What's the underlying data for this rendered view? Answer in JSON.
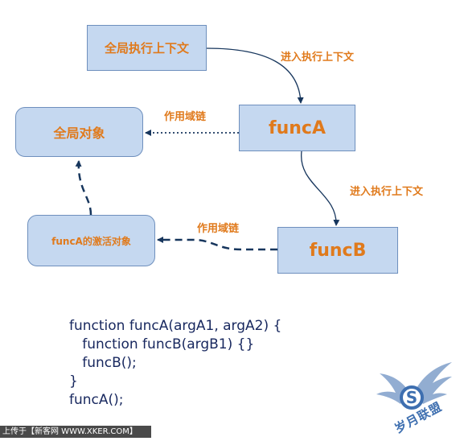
{
  "nodes": {
    "global_context": "全局执行上下文",
    "global_object": "全局对象",
    "funcA": "funcA",
    "activation_object": "funcA的激活对象",
    "funcB": "funcB"
  },
  "edge_labels": {
    "enter_context_1": "进入执行上下文",
    "scope_chain_1": "作用域链",
    "enter_context_2": "进入执行上下文",
    "scope_chain_2": "作用域链"
  },
  "code": [
    "function funcA(argA1, argA2) {",
    "   function funcB(argB1) {}",
    "   funcB();",
    "}",
    "funcA();"
  ],
  "footer": "上传于【新客网 WWW.XKER.COM】",
  "logo": {
    "text": "岁月联盟",
    "mark": "S",
    "color": "#3e6fb0"
  },
  "colors": {
    "box_fill": "#c5d8f0",
    "box_border": "#6e8fbd",
    "label": "#e07a1c",
    "arrow": "#17365d",
    "code": "#17275e"
  }
}
